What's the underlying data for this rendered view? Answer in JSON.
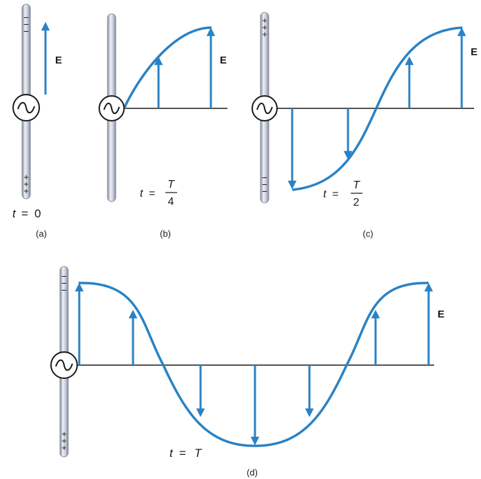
{
  "colors": {
    "wave": "#2a82c4",
    "arrow": "#2a82c4",
    "antenna_light": "#eef1f6",
    "antenna_mid": "#c2c8d6",
    "antenna_dark": "#7d8494",
    "text": "#1a1a1a"
  },
  "field_label": "E",
  "source_symbol": "~",
  "charges": {
    "plus": "+",
    "minus": "−"
  },
  "panels": [
    {
      "id": "a",
      "caption": "(a)",
      "time": {
        "prefix": "t",
        "eq": "=",
        "value": "0"
      }
    },
    {
      "id": "b",
      "caption": "(b)",
      "time": {
        "prefix": "t",
        "eq": "=",
        "numerator": "T",
        "denominator": "4"
      }
    },
    {
      "id": "c",
      "caption": "(c)",
      "time": {
        "prefix": "t",
        "eq": "=",
        "numerator": "T",
        "denominator": "2"
      }
    },
    {
      "id": "d",
      "caption": "(d)",
      "time": {
        "prefix": "t",
        "eq": "=",
        "value": "T"
      }
    }
  ]
}
